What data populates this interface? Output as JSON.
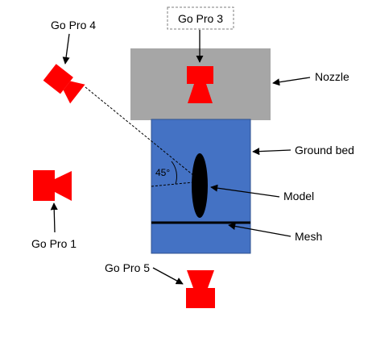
{
  "labels": {
    "gopro1": "Go Pro 1",
    "gopro3": "Go Pro 3",
    "gopro4": "Go Pro 4",
    "gopro5": "Go Pro 5",
    "nozzle": "Nozzle",
    "ground_bed": "Ground bed",
    "model": "Model",
    "mesh": "Mesh",
    "angle": "45°"
  },
  "colors": {
    "camera": "#ff0000",
    "nozzle": "#a6a6a6",
    "ground_bed": "#4472c4",
    "model": "#000000",
    "mesh": "#000000",
    "arrow": "#000000"
  }
}
